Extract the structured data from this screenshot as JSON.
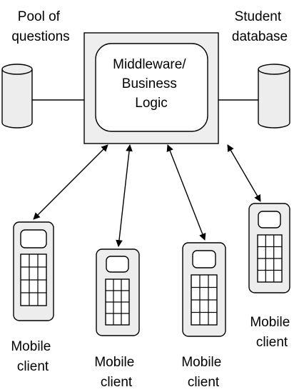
{
  "diagram": {
    "middleware": {
      "lines": [
        "Middleware/",
        "Business",
        "Logic"
      ]
    },
    "pool": {
      "lines": [
        "Pool of",
        "questions"
      ]
    },
    "student_db": {
      "lines": [
        "Student",
        "database"
      ]
    },
    "clients": [
      {
        "lines": [
          "Mobile",
          "client"
        ]
      },
      {
        "lines": [
          "Mobile",
          "client"
        ]
      },
      {
        "lines": [
          "Mobile",
          "client"
        ]
      },
      {
        "lines": [
          "Mobile",
          "client"
        ]
      }
    ],
    "colors": {
      "server_fill": "#eeeeee",
      "box_fill": "#ffffff",
      "device_fill": "#ededed",
      "stroke": "#000000"
    }
  }
}
